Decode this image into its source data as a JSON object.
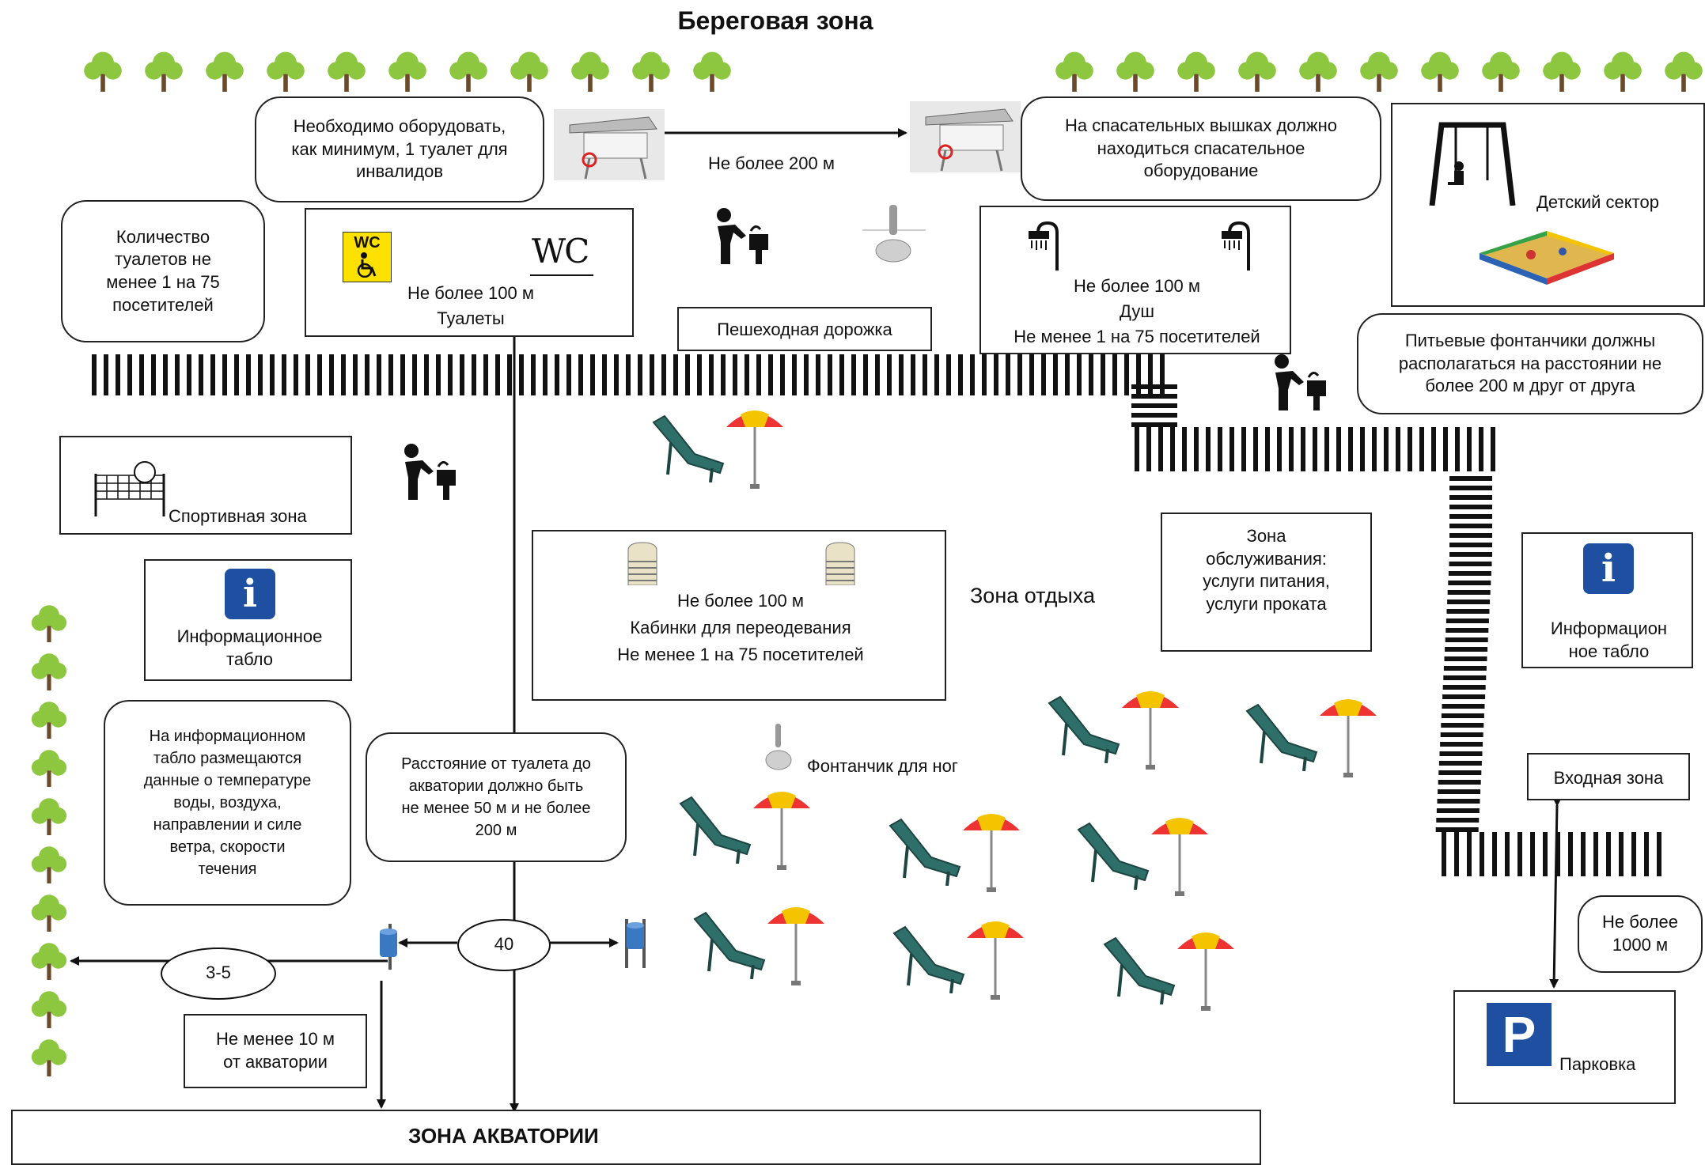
{
  "title": "Береговая зона",
  "notes": {
    "disabled_toilet": "Необходимо оборудовать,\nкак минимум, 1 туалет для\nинвалидов",
    "rescue_equipment": "На спасательных вышках должно\nнаходиться спасательное\nоборудование",
    "toilet_count": "Количество\nтуалетов не\nменее 1 на 75\nпосетителей",
    "drinking_fountains": "Питьевые фонтанчики должны\nрасполагаться на расстоянии не\nболее 200 м друг от друга",
    "info_board_content": "На информационном\nтабло размещаются\nданные о температуре\nводы, воздуха,\nнаправлении и силе\nветра, скорости\nтечения",
    "toilet_distance": "Расстояние от туалета до\nакватории должно быть\nне менее 50 м и не более\n200 м"
  },
  "toilets": {
    "distance": "Не более 100 м",
    "label": "Туалеты",
    "wc_badge": "WC",
    "wc_sign": "WC"
  },
  "towers": {
    "distance": "Не более 200 м"
  },
  "showers": {
    "distance": "Не более 100 м",
    "label": "Душ",
    "ratio": "Не менее 1 на 75 посетителей"
  },
  "path_label": "Пешеходная дорожка",
  "kids_sector": "Детский сектор",
  "sports_zone": "Спортивная зона",
  "info_board_left": "Информационное\nтабло",
  "info_board_right": "Информацион\nное табло",
  "info_symbol": "i",
  "cabins": {
    "distance": "Не более 100 м",
    "label": "Кабинки для переодевания",
    "ratio": "Не менее 1 на 75 посетителей"
  },
  "rest_zone": "Зона отдыха",
  "service_zone": "Зона\nобслуживания:\nуслуги питания,\nуслуги проката",
  "foot_fountain": "Фонтанчик для ног",
  "entry_zone": "Входная зона",
  "parking": {
    "distance": "Не более\n1000 м",
    "label": "Парковка",
    "symbol": "P"
  },
  "bins": {
    "spacing": "40",
    "tree_distance": "3-5",
    "water_distance": "Не менее 10 м\nот акватории"
  },
  "water_zone": "ЗОНА АКВАТОРИИ",
  "colors": {
    "tree": "#8dc63f",
    "info": "#1f4fa0",
    "parking": "#1f4fa0",
    "wc_yellow": "#ffe100",
    "lounger": "#2f6f6a"
  }
}
